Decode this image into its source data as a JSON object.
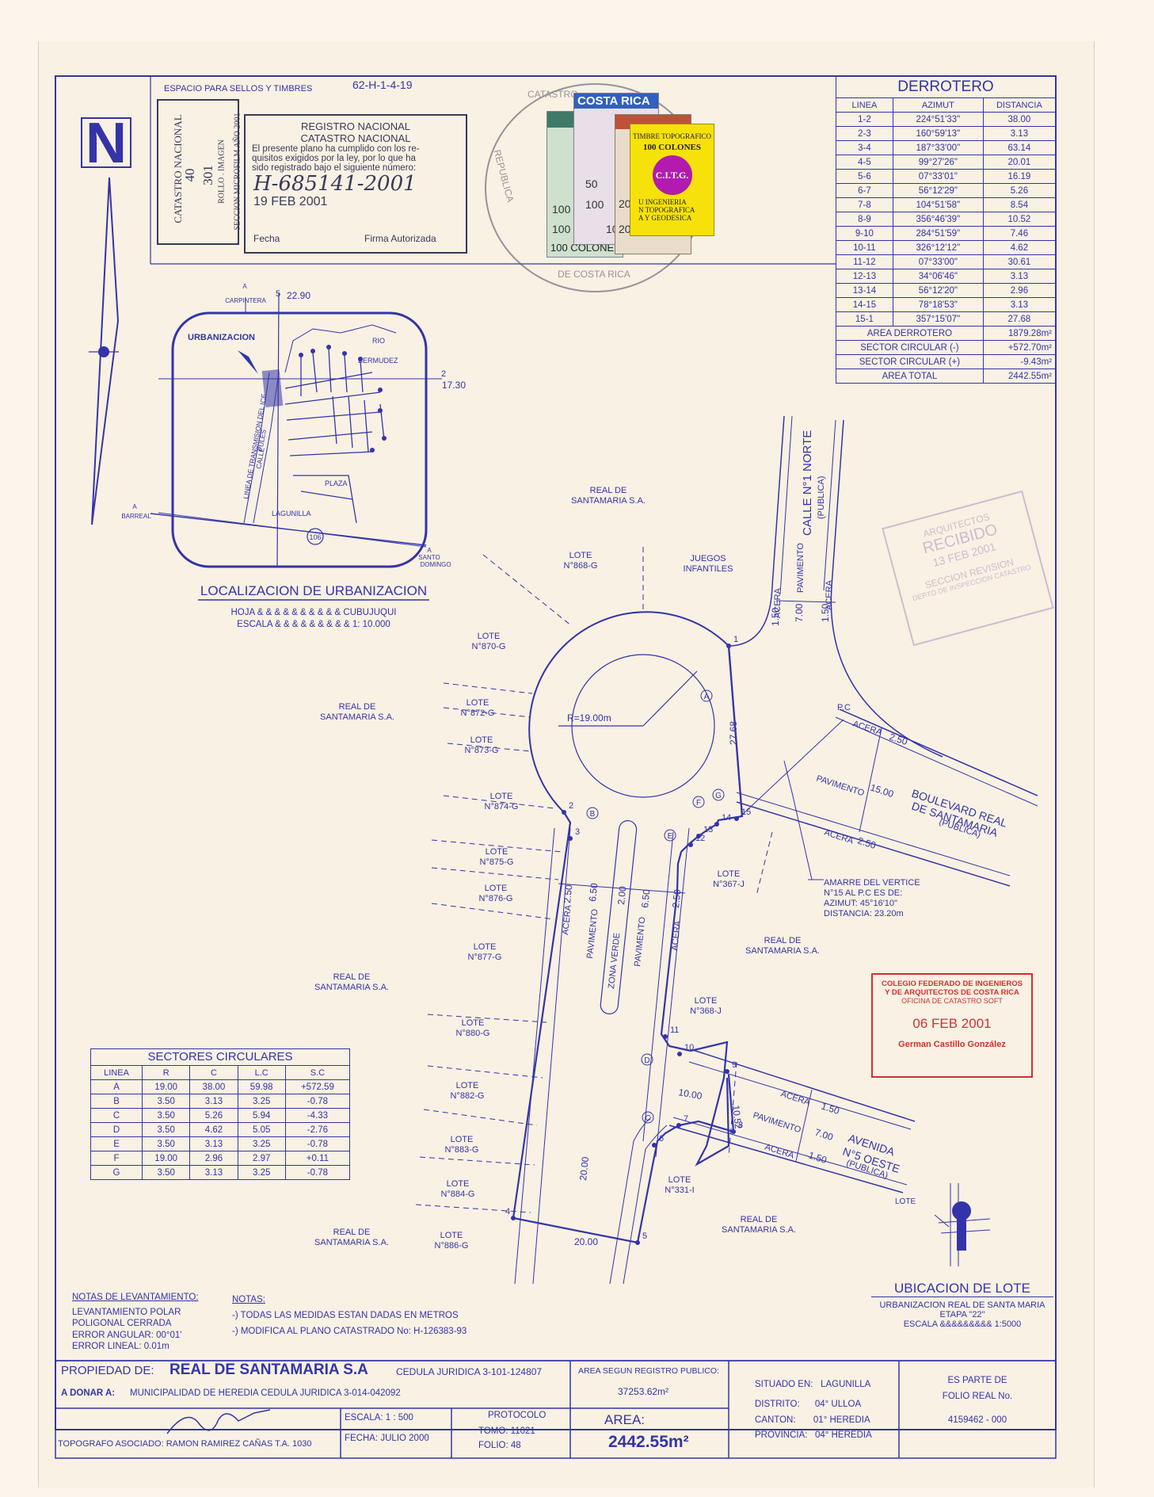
{
  "stamps_area": {
    "label": "ESPACIO PARA SELLOS Y TIMBRES",
    "ref_code": "62-H-1-4-19",
    "catastro_stamp": {
      "side_text": "CATASTRO NACIONAL",
      "number_1": "40",
      "number_2": "301",
      "rollo": "ROLLO . IMAGEN",
      "seccion": "SECCION MICROFILM AÑO 2001"
    },
    "registro": {
      "title_1": "REGISTRO NACIONAL",
      "title_2": "CATASTRO NACIONAL",
      "body_1": "El presente plano ha cumplido con los re-",
      "body_2": "quisitos exigidos por la ley, por lo que ha",
      "body_3": "sido registrado bajo el siguiente número:",
      "number": "H-685141-2001",
      "date": "19 FEB 2001",
      "fecha_label": "Fecha",
      "firma_label": "Firma Autorizada"
    },
    "timbres": {
      "costa_rica": "COSTA RICA",
      "colones": "100 COLONES",
      "topo_title": "TIMBRE TOPOGRAFICO",
      "topo_value": "100 COLONES",
      "topo_logo": "C.I.T.G.",
      "topo_l1": "U INGENIERIA",
      "topo_l2": "N TOPOGRAFICA",
      "topo_l3": "A Y GEODESICA",
      "v100": "100",
      "v50": "50",
      "v20": "20",
      "seal_top": "CATASTRO",
      "seal_left": "REPUBLICA",
      "seal_bottom": "DE COSTA RICA"
    }
  },
  "north": {
    "letter": "N"
  },
  "derrotero": {
    "title": "DERROTERO",
    "headers": [
      "LINEA",
      "AZIMUT",
      "DISTANCIA"
    ],
    "rows": [
      [
        "1-2",
        "224°51'33\"",
        "38.00"
      ],
      [
        "2-3",
        "160°59'13\"",
        "3.13"
      ],
      [
        "3-4",
        "187°33'00\"",
        "63.14"
      ],
      [
        "4-5",
        "99°27'26\"",
        "20.01"
      ],
      [
        "5-6",
        "07°33'01\"",
        "16.19"
      ],
      [
        "6-7",
        "56°12'29\"",
        "5.26"
      ],
      [
        "7-8",
        "104°51'58\"",
        "8.54"
      ],
      [
        "8-9",
        "356°46'39\"",
        "10.52"
      ],
      [
        "9-10",
        "284°51'59\"",
        "7.46"
      ],
      [
        "10-11",
        "326°12'12\"",
        "4.62"
      ],
      [
        "11-12",
        "07°33'00\"",
        "30.61"
      ],
      [
        "12-13",
        "34°06'46\"",
        "3.13"
      ],
      [
        "13-14",
        "56°12'20\"",
        "2.96"
      ],
      [
        "14-15",
        "78°18'53\"",
        "3.13"
      ],
      [
        "15-1",
        "357°15'07\"",
        "27.68"
      ]
    ],
    "totals": [
      [
        "AREA DERROTERO",
        "1879.28m²"
      ],
      [
        "SECTOR CIRCULAR (-)",
        "+572.70m²"
      ],
      [
        "SECTOR CIRCULAR (+)",
        "-9.43m²"
      ],
      [
        "AREA TOTAL",
        "2442.55m²"
      ]
    ]
  },
  "location_map": {
    "title": "LOCALIZACION DE URBANIZACION",
    "hoja": "HOJA & & & & & & & & & & CUBUJUQUI",
    "escala": "ESCALA & & & & & & & & & 1: 10.000",
    "labels": {
      "urbanizacion": "URBANIZACION",
      "carpintera": "CARPINTERA",
      "a_top": "A",
      "coord_top": "22.90",
      "num5": "5",
      "num2": "2",
      "coord_right": "17.30",
      "rio": "RIO",
      "bermudez": "BERMUDEZ",
      "linea_ice": "LINEA DE TRANSMISION DEL ICE",
      "calle": "CALLE",
      "pules": "PULES",
      "plaza": "PLAZA",
      "lagunilla": "LAGUNILLA",
      "route": "106",
      "a_left": "A",
      "barreal": "BARREAL",
      "a_right": "A",
      "santo": "SANTO",
      "domingo": "DOMINGO"
    }
  },
  "plan": {
    "lotes": [
      {
        "label": "LOTE",
        "num": "N°868-G"
      },
      {
        "label": "LOTE",
        "num": "N°870-G"
      },
      {
        "label": "LOTE",
        "num": "N°872-G"
      },
      {
        "label": "LOTE",
        "num": "N°873-G"
      },
      {
        "label": "LOTE",
        "num": "N°874-G"
      },
      {
        "label": "LOTE",
        "num": "N°875-G"
      },
      {
        "label": "LOTE",
        "num": "N°876-G"
      },
      {
        "label": "LOTE",
        "num": "N°877-G"
      },
      {
        "label": "LOTE",
        "num": "N°880-G"
      },
      {
        "label": "LOTE",
        "num": "N°882-G"
      },
      {
        "label": "LOTE",
        "num": "N°883-G"
      },
      {
        "label": "LOTE",
        "num": "N°884-G"
      },
      {
        "label": "LOTE",
        "num": "N°886-G"
      },
      {
        "label": "LOTE",
        "num": "N°367-J"
      },
      {
        "label": "LOTE",
        "num": "N°368-J"
      },
      {
        "label": "LOTE",
        "num": "N°331-I"
      }
    ],
    "real_santamaria_1": "REAL DE",
    "real_santamaria_2": "SANTAMARIA S.A.",
    "juegos_1": "JUEGOS",
    "juegos_2": "INFANTILES",
    "calle_norte": "CALLE N°1 NORTE",
    "publica": "(PUBLICA)",
    "boulevard_1": "BOULEVARD REAL",
    "boulevard_2": "DE SANTAMARIA",
    "avenida_1": "AVENIDA",
    "avenida_2": "N°5 OESTE",
    "acera": "ACERA",
    "pavimento": "PAVIMENTO",
    "zona_verde": "ZONA VERDE",
    "pc": "P.C",
    "radius": "R=19.00m",
    "amarre_1": "AMARRE DEL VERTICE",
    "amarre_2": "N°15 AL P.C ES DE:",
    "amarre_3": "AZIMUT: 45°16'10\"",
    "amarre_4": "DISTANCIA: 23.20m",
    "dims": {
      "d150": "1.50",
      "d700": "7.00",
      "d250": "2.50",
      "d1500": "15.00",
      "d2768": "27.68",
      "d650": "6.50",
      "d200": "2.00",
      "d1000": "10.00",
      "d1052": "10.52",
      "d2000": "20.00"
    },
    "vertices": [
      "1",
      "2",
      "3",
      "4",
      "5",
      "6",
      "7",
      "8",
      "9",
      "10",
      "11",
      "12",
      "13",
      "14",
      "15"
    ],
    "sector_letters": [
      "A",
      "B",
      "C",
      "D",
      "E",
      "F",
      "G"
    ]
  },
  "colegio_stamp": {
    "l1": "COLEGIO FEDERADO DE INGENIEROS",
    "l2": "Y DE ARQUITECTOS DE COSTA RICA",
    "l3": "OFICINA DE CATASTRO SOFT",
    "date": "06 FEB 2001",
    "name": "German Castillo González"
  },
  "recibido_stamp": {
    "l1": "ARQUITECTOS",
    "l2": "RECIBIDO",
    "l3": "13 FEB 2001",
    "l4": "SECCION REVISION",
    "l5": "DEPTO DE INSPECCION CATASTRO"
  },
  "sectores": {
    "title": "SECTORES CIRCULARES",
    "headers": [
      "LINEA",
      "R",
      "C",
      "L.C",
      "S.C"
    ],
    "rows": [
      [
        "A",
        "19.00",
        "38.00",
        "59.98",
        "+572.59"
      ],
      [
        "B",
        "3.50",
        "3.13",
        "3.25",
        "-0.78"
      ],
      [
        "C",
        "3.50",
        "5.26",
        "5.94",
        "-4.33"
      ],
      [
        "D",
        "3.50",
        "4.62",
        "5.05",
        "-2.76"
      ],
      [
        "E",
        "3.50",
        "3.13",
        "3.25",
        "-0.78"
      ],
      [
        "F",
        "19.00",
        "2.96",
        "2.97",
        "+0.11"
      ],
      [
        "G",
        "3.50",
        "3.13",
        "3.25",
        "-0.78"
      ]
    ]
  },
  "ubicacion": {
    "title": "UBICACION DE LOTE",
    "lote": "LOTE",
    "l1": "URBANIZACION REAL DE SANTA MARIA",
    "l2": "ETAPA \"22\"",
    "l3": "ESCALA &&&&&&&&& 1:5000"
  },
  "notas_levantamiento": {
    "title": "NOTAS DE LEVANTAMIENTO:",
    "items": [
      "LEVANTAMIENTO POLAR",
      "POLIGONAL CERRADA",
      "ERROR ANGULAR: 00°01'",
      "ERROR LINEAL: 0.01m"
    ]
  },
  "notas": {
    "title": "NOTAS:",
    "items": [
      "-) TODAS LAS MEDIDAS ESTAN DADAS EN METROS",
      "-) MODIFICA AL PLANO CATASTRADO No: H-126383-93"
    ]
  },
  "title_block": {
    "propiedad_label": "PROPIEDAD DE:",
    "propiedad_value": "REAL DE SANTAMARIA S.A",
    "cedula_1": "CEDULA JURIDICA   3-101-124807",
    "donar_label": "A DONAR A:",
    "donar_value": "MUNICIPALIDAD DE HEREDIA CEDULA JURIDICA 3-014-042092",
    "area_reg_label": "AREA SEGUN REGISTRO PUBLICO:",
    "area_reg_value": "37253.62m²",
    "escala": "ESCALA:   1 : 500",
    "fecha": "FECHA:   JULIO  2000",
    "protocolo": "PROTOCOLO",
    "tomo": "TOMO:   11021",
    "folio": "FOLIO:   48",
    "area_label": "AREA:",
    "area_value": "2442.55m²",
    "topografo": "TOPOGRAFO ASOCIADO: RAMON RAMIREZ CAÑAS   T.A. 1030",
    "situado": "SITUADO EN:   LAGUNILLA",
    "distrito": "DISTRITO:      04° ULLOA",
    "canton": "CANTON:       01° HEREDIA",
    "provincia": "PROVINCIA:   04° HEREDIA",
    "es_parte": "ES PARTE DE",
    "folio_real": "FOLIO REAL No.",
    "folio_real_no": "4159462 - 000"
  },
  "colors": {
    "ink": "#3434a8",
    "paper": "#f9f1e3",
    "red_stamp": "#d23030",
    "stamp_yellow": "#f6e20a"
  }
}
